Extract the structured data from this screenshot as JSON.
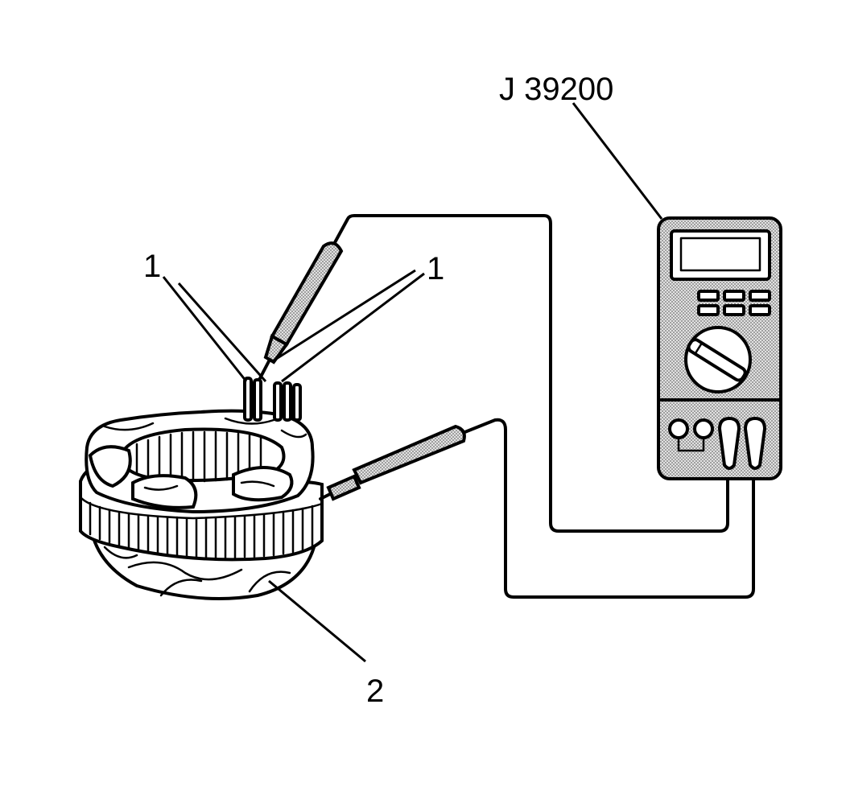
{
  "labels": {
    "tool": "J 39200",
    "terminals_left": "1",
    "terminals_right": "1",
    "stator": "2"
  },
  "colors": {
    "line": "#000000",
    "background": "#ffffff",
    "stipple": "#8a8a8a"
  }
}
